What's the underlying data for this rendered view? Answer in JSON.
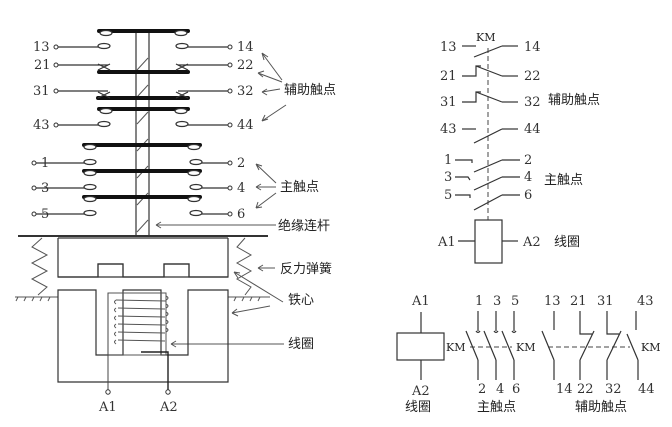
{
  "left_diagram": {
    "title": "contactor-structure",
    "left_terminals": [
      "13",
      "21",
      "31",
      "43",
      "1",
      "3",
      "5"
    ],
    "right_terminals": [
      "14",
      "22",
      "32",
      "44",
      "2",
      "4",
      "6"
    ],
    "coil_terminals": [
      "A1",
      "A2"
    ],
    "callouts": {
      "aux_contacts": "辅助触点",
      "main_contacts": "主触点",
      "insulating_rod": "绝缘连杆",
      "reaction_spring": "反力弹簧",
      "iron_core": "铁心",
      "coil": "线圈"
    }
  },
  "right_vertical_symbol": {
    "designator": "KM",
    "aux_rows": [
      {
        "left": "13",
        "right": "14",
        "type": "NO"
      },
      {
        "left": "21",
        "right": "22",
        "type": "NC"
      },
      {
        "left": "31",
        "right": "32",
        "type": "NC"
      },
      {
        "left": "43",
        "right": "44",
        "type": "NO"
      }
    ],
    "main_rows": [
      {
        "left": "1",
        "right": "2"
      },
      {
        "left": "3",
        "right": "4"
      },
      {
        "left": "5",
        "right": "6"
      }
    ],
    "aux_label": "辅助触点",
    "main_label": "主触点",
    "coil": {
      "left": "A1",
      "right": "A2",
      "label": "线圈"
    }
  },
  "bottom_symbols": {
    "coil": {
      "top": "A1",
      "bottom": "A2",
      "designator": "KM",
      "label": "线圈"
    },
    "main": {
      "top": [
        "1",
        "3",
        "5"
      ],
      "bottom": [
        "2",
        "4",
        "6"
      ],
      "designator": "KM",
      "label": "主触点"
    },
    "aux": {
      "top": [
        "13",
        "21",
        "31",
        "43"
      ],
      "bottom": [
        "14",
        "22",
        "32",
        "44"
      ],
      "designator": "KM",
      "label": "辅助触点"
    }
  }
}
